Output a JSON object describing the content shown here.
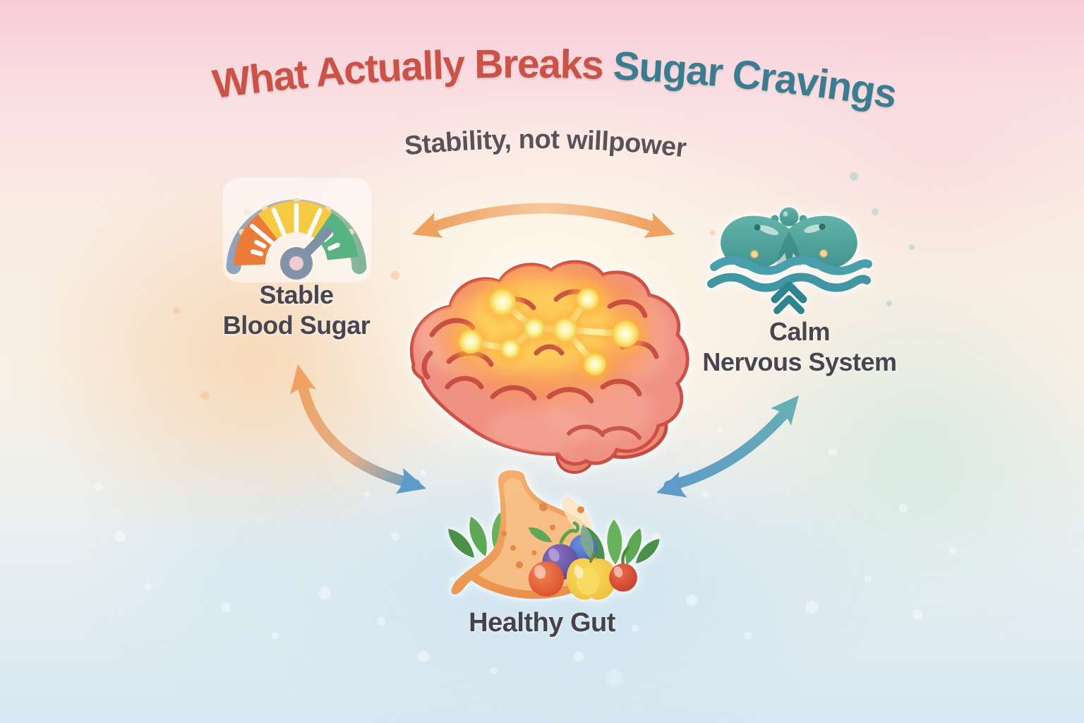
{
  "title": {
    "part1": "What Actually Breaks ",
    "part2": "Sugar Cravings"
  },
  "subtitle": "Stability, not willpower",
  "center": {
    "icon": "brain-neural-network-icon"
  },
  "factors": [
    {
      "id": "stable-blood-sugar",
      "icon": "gauge-icon",
      "lines": [
        "Stable",
        "Blood Sugar"
      ]
    },
    {
      "id": "calm-nervous-system",
      "icon": "nervous-system-waves-icon",
      "lines": [
        "Calm",
        "Nervous System"
      ]
    },
    {
      "id": "healthy-gut",
      "icon": "stomach-with-fruits-icon",
      "lines": [
        "Healthy Gut"
      ]
    }
  ],
  "connections": [
    {
      "from": "stable-blood-sugar",
      "to": "calm-nervous-system",
      "style": "orange-double-arrow"
    },
    {
      "from": "stable-blood-sugar",
      "to": "healthy-gut",
      "style": "orange-to-blue-double-arrow"
    },
    {
      "from": "healthy-gut",
      "to": "calm-nervous-system",
      "style": "blue-teal-double-arrow"
    }
  ],
  "colors": {
    "title_red": "#cb5246",
    "title_teal": "#3a7d92",
    "subtitle": "#5a5257",
    "label": "#48454e",
    "arrow_orange": "#f0a263",
    "arrow_blue": "#5e9bc8",
    "arrow_teal": "#66afb6",
    "gauge_orange": "#ed7b38",
    "gauge_yellow": "#f6cb43",
    "gauge_green": "#58b383",
    "nervous_teal": "#4aa0ac",
    "brain_coral": "#f09185",
    "glow_yellow": "#ffd95a",
    "stomach_orange": "#f2a360"
  }
}
